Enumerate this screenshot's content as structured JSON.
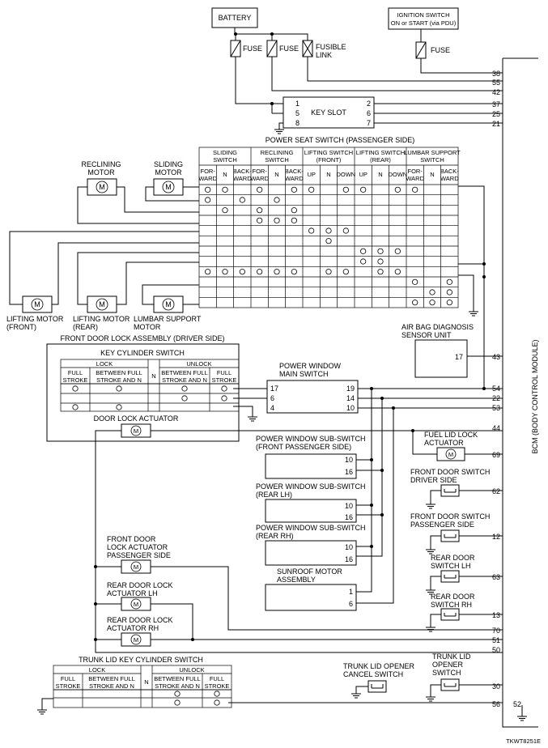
{
  "labels": {
    "battery": "BATTERY",
    "ignition_l1": "IGNITION SWITCH",
    "ignition_l2": "ON or START (via PDU)",
    "fuse": "FUSE",
    "fusible_l1": "FUSIBLE",
    "fusible_l2": "LINK",
    "key_slot": "KEY SLOT",
    "power_seat_switch": "POWER SEAT SWITCH (PASSENGER SIDE)",
    "reclining_motor_l1": "RECLINING",
    "reclining_motor_l2": "MOTOR",
    "sliding_motor_l1": "SLIDING",
    "sliding_motor_l2": "MOTOR",
    "lifting_front_l1": "LIFTING MOTOR",
    "lifting_front_l2": "(FRONT)",
    "lifting_rear_l1": "LIFTING MOTOR",
    "lifting_rear_l2": "(REAR)",
    "lumbar_l1": "LUMBAR SUPPORT",
    "lumbar_l2": "MOTOR",
    "front_door_lock_assembly": "FRONT DOOR LOCK ASSEMBLY (DRIVER SIDE)",
    "key_cylinder_switch": "KEY CYLINDER SWITCH",
    "door_lock_actuator": "DOOR LOCK ACTUATOR",
    "pw_main_l1": "POWER WINDOW",
    "pw_main_l2": "MAIN SWITCH",
    "airbag_l1": "AIR BAG DIAGNOSIS",
    "airbag_l2": "SENSOR UNIT",
    "pw_sub_fp_l1": "POWER WINDOW SUB-SWITCH",
    "pw_sub_fp_l2": "(FRONT PASSENGER SIDE)",
    "pw_sub_rlh_l1": "POWER WINDOW SUB-SWITCH",
    "pw_sub_rlh_l2": "(REAR LH)",
    "pw_sub_rrh_l1": "POWER WINDOW SUB-SWITCH",
    "pw_sub_rrh_l2": "(REAR RH)",
    "sunroof_l1": "SUNROOF MOTOR",
    "sunroof_l2": "ASSEMBLY",
    "fuel_lid_l1": "FUEL LID LOCK",
    "fuel_lid_l2": "ACTUATOR",
    "fds_driver_l1": "FRONT DOOR SWITCH",
    "fds_driver_l2": "DRIVER SIDE",
    "fds_pass_l1": "FRONT DOOR SWITCH",
    "fds_pass_l2": "PASSENGER SIDE",
    "rds_lh_l1": "REAR DOOR",
    "rds_lh_l2": "SWITCH LH",
    "rds_rh_l1": "REAR DOOR",
    "rds_rh_l2": "SWITCH RH",
    "fdla_pass_l1": "FRONT DOOR",
    "fdla_pass_l2": "LOCK ACTUATOR",
    "fdla_pass_l3": "PASSENGER SIDE",
    "rdla_lh_l1": "REAR DOOR LOCK",
    "rdla_lh_l2": "ACTUATOR LH",
    "rdla_rh_l1": "REAR DOOR LOCK",
    "rdla_rh_l2": "ACTUATOR RH",
    "trunk_key_switch": "TRUNK LID KEY CYLINDER SWITCH",
    "trunk_cancel_l1": "TRUNK LID OPENER",
    "trunk_cancel_l2": "CANCEL SWITCH",
    "trunk_opener_l1": "TRUNK LID",
    "trunk_opener_l2": "OPENER",
    "trunk_opener_l3": "SWITCH",
    "bcm": "BCM (BODY CONTROL MODULE)",
    "motor": "M",
    "figure_code": "TKWT8251E"
  },
  "seat_table": {
    "groups": [
      {
        "l1": "SLIDING",
        "l2": "SWITCH"
      },
      {
        "l1": "RECLINING",
        "l2": "SWITCH"
      },
      {
        "l1": "LIFTING SWITCH",
        "l2": "(FRONT)"
      },
      {
        "l1": "LIFTING SWITCH",
        "l2": "(REAR)"
      },
      {
        "l1": "LUMBAR SUPPORT",
        "l2": "SWITCH"
      }
    ],
    "cols": [
      {
        "l1": "FOR-",
        "l2": "WARD"
      },
      {
        "l1": "N",
        "l2": ""
      },
      {
        "l1": "BACK-",
        "l2": "WARD"
      },
      {
        "l1": "FOR-",
        "l2": "WARD"
      },
      {
        "l1": "N",
        "l2": ""
      },
      {
        "l1": "BACK-",
        "l2": "WARD"
      },
      {
        "l1": "UP",
        "l2": ""
      },
      {
        "l1": "N",
        "l2": ""
      },
      {
        "l1": "DOWN",
        "l2": ""
      },
      {
        "l1": "UP",
        "l2": ""
      },
      {
        "l1": "N",
        "l2": ""
      },
      {
        "l1": "DOWN",
        "l2": ""
      },
      {
        "l1": "FOR-",
        "l2": "WARD"
      },
      {
        "l1": "N",
        "l2": ""
      },
      {
        "l1": "BACK-",
        "l2": "WARD"
      }
    ]
  },
  "key_table": {
    "lock": "LOCK",
    "unlock": "UNLOCK",
    "cols": [
      {
        "l1": "FULL",
        "l2": "STROKE"
      },
      {
        "l1": "BETWEEN FULL",
        "l2": "STROKE AND N"
      },
      {
        "l1": "N",
        "l2": ""
      },
      {
        "l1": "BETWEEN FULL",
        "l2": "STROKE AND N"
      },
      {
        "l1": "FULL",
        "l2": "STROKE"
      }
    ]
  },
  "pins": {
    "key_slot_left": [
      "1",
      "5",
      "8"
    ],
    "key_slot_right": [
      "2",
      "6",
      "7"
    ],
    "pw_main_left": [
      "17",
      "6",
      "4"
    ],
    "pw_main_right": [
      "19",
      "14",
      "10"
    ],
    "airbag": "17",
    "pw_sub": [
      "10",
      "16"
    ],
    "sunroof": [
      "1",
      "6"
    ],
    "bcm_38": "38",
    "bcm_55": "55",
    "bcm_42": "42",
    "bcm_37": "37",
    "bcm_25": "25",
    "bcm_21": "21",
    "bcm_43": "43",
    "bcm_54": "54",
    "bcm_22": "22",
    "bcm_53": "53",
    "bcm_44": "44",
    "bcm_69": "69",
    "bcm_62": "62",
    "bcm_12": "12",
    "bcm_63": "63",
    "bcm_13": "13",
    "bcm_70": "70",
    "bcm_51": "51",
    "bcm_50": "50",
    "bcm_30": "30",
    "bcm_56": "56",
    "bcm_52": "52"
  }
}
